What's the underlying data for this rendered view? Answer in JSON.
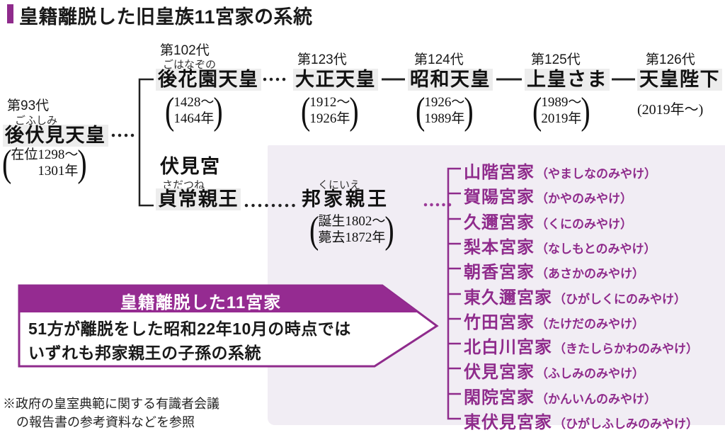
{
  "title": "皇籍離脱した旧皇族11宮家の系統",
  "colors": {
    "accent_purple": "#8f2b8c",
    "panel_bg": "#f1edf4",
    "name_highlight": "#ededed"
  },
  "glyphs": {
    "lparen": "(",
    "rparen": ")"
  },
  "emperors": [
    {
      "gen": "第93代",
      "ruby": "ごふしみ",
      "name": "後伏見天皇",
      "years_line1": "在位1298〜",
      "years_line2": "1301年"
    },
    {
      "gen": "第102代",
      "ruby": "ごはなぞの",
      "name": "後花園天皇",
      "years_line1": "1428〜",
      "years_line2": "1464年"
    },
    {
      "gen": "第123代",
      "ruby": "",
      "name": "大正天皇",
      "years_line1": "1912〜",
      "years_line2": "1926年"
    },
    {
      "gen": "第124代",
      "ruby": "",
      "name": "昭和天皇",
      "years_line1": "1926〜",
      "years_line2": "1989年"
    },
    {
      "gen": "第125代",
      "ruby": "",
      "name": "上皇さま",
      "years_line1": "1989〜",
      "years_line2": "2019年"
    },
    {
      "gen": "第126代",
      "ruby": "",
      "name": "天皇陛下",
      "years_single": "(2019年〜)"
    }
  ],
  "princes": {
    "fushimi_house_label": "伏見宮",
    "sadatsune": {
      "ruby": "さだつね",
      "name": "貞常親王"
    },
    "kuniie": {
      "ruby": "くにいえ",
      "name": "邦家親王",
      "years_line1": "誕生1802〜",
      "years_line2": "薨去1872年"
    }
  },
  "houses": [
    {
      "name": "山階宮家",
      "reading": "（やましなのみやけ）"
    },
    {
      "name": "賀陽宮家",
      "reading": "（かやのみやけ）"
    },
    {
      "name": "久邇宮家",
      "reading": "（くにのみやけ）"
    },
    {
      "name": "梨本宮家",
      "reading": "（なしもとのみやけ）"
    },
    {
      "name": "朝香宮家",
      "reading": "（あさかのみやけ）"
    },
    {
      "name": "東久邇宮家",
      "reading": "（ひがしくにのみやけ）"
    },
    {
      "name": "竹田宮家",
      "reading": "（たけだのみやけ）"
    },
    {
      "name": "北白川宮家",
      "reading": "（きたしらかわのみやけ）"
    },
    {
      "name": "伏見宮家",
      "reading": "（ふしみのみやけ）"
    },
    {
      "name": "閑院宮家",
      "reading": "（かんいんのみやけ）"
    },
    {
      "name": "東伏見宮家",
      "reading": "（ひがしふしみのみやけ）"
    }
  ],
  "callout": {
    "header": "皇籍離脱した11宮家",
    "body_line1": "51方が離脱をした昭和22年10月の時点では",
    "body_line2": "いずれも邦家親王の子孫の系統"
  },
  "footnote_line1": "※政府の皇室典範に関する有識者会議",
  "footnote_line2": "の報告書の参考資料などを参照"
}
